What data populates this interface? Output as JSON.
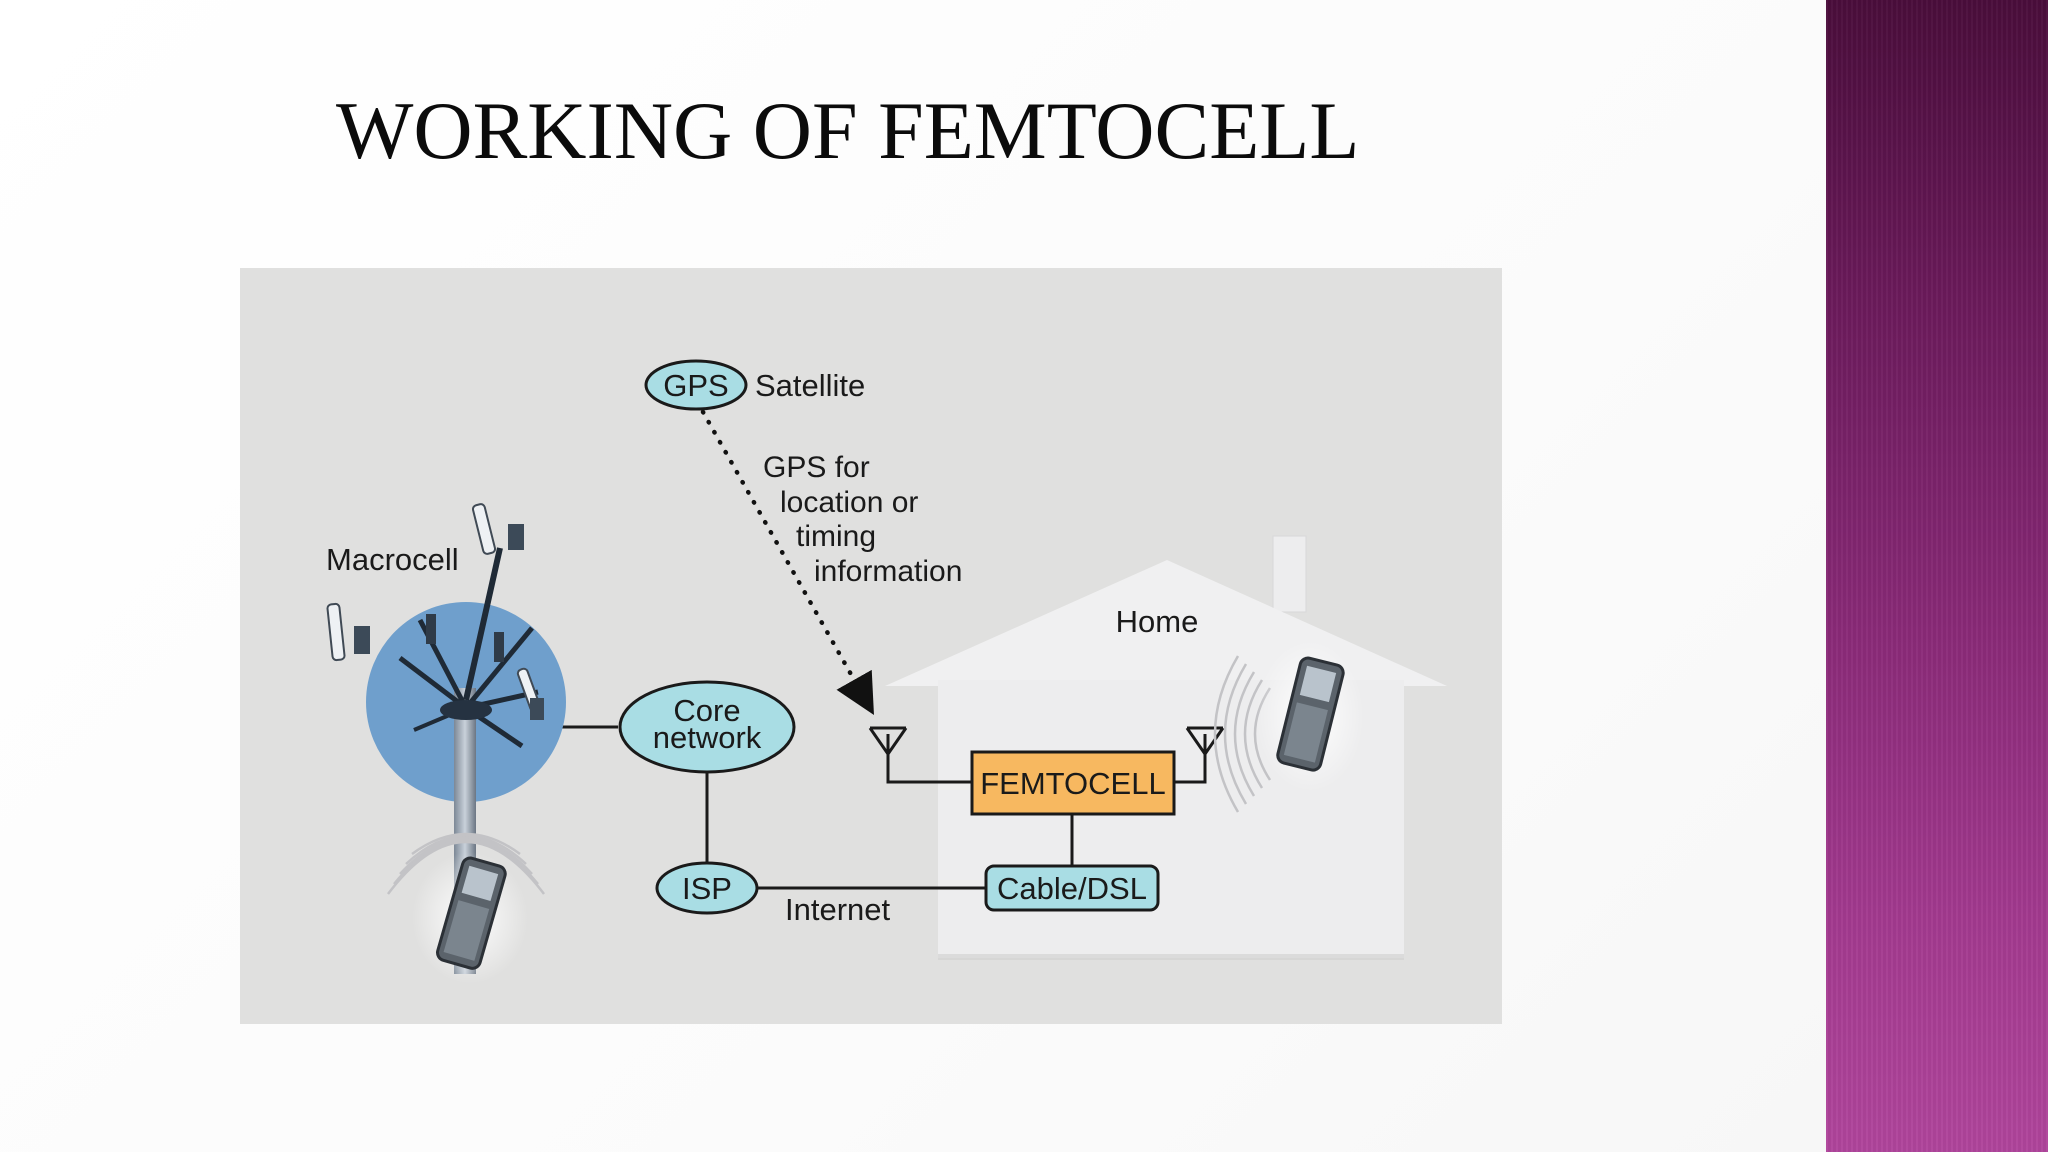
{
  "slide": {
    "title": "WORKING OF FEMTOCELL"
  },
  "diagram": {
    "gps_node": "GPS",
    "satellite_label": "Satellite",
    "gps_note": [
      "GPS for",
      "location or",
      "timing",
      "information"
    ],
    "macrocell_label": "Macrocell",
    "core_network": [
      "Core",
      "network"
    ],
    "isp_node": "ISP",
    "internet_label": "Internet",
    "home_label": "Home",
    "femtocell_box": "FEMTOCELL",
    "cable_dsl_box": "Cable/DSL"
  },
  "colors": {
    "node_fill": "#a9dde4",
    "femtocell_fill": "#f7b860",
    "diagram_bg": "#e0e0df",
    "house_fill": "#ececed",
    "macro_circle": "#6f9fcc",
    "side_band": "#8a2a78"
  },
  "icons": [
    "cell-tower-icon",
    "mobile-phone-icon",
    "antenna-icon",
    "signal-waves-icon",
    "house-icon"
  ]
}
